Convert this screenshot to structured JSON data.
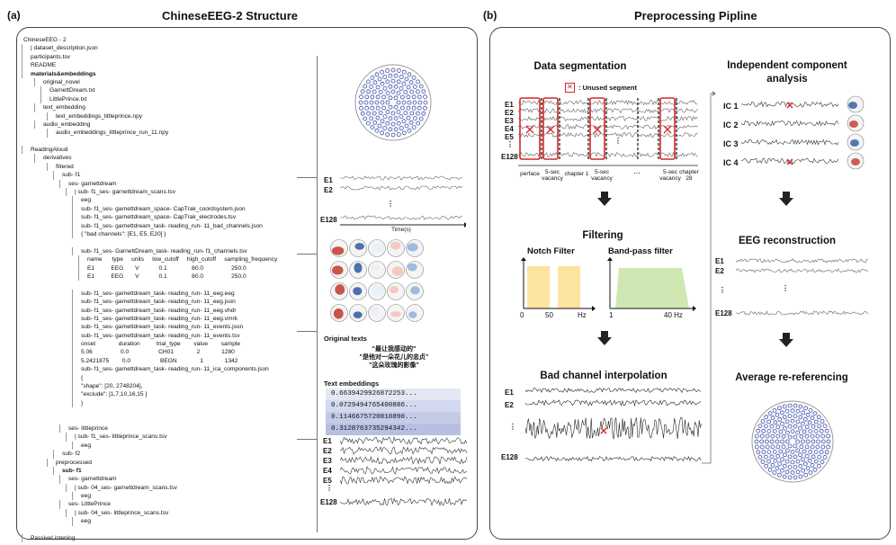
{
  "panel_a": {
    "label": "(a)",
    "title": "ChineseEEG-2 Structure",
    "tree": [
      {
        "t": "ChineseEEG - 2",
        "b": false,
        "i": 0
      },
      {
        "t": "| dataset_description.json",
        "b": false,
        "i": 1
      },
      {
        "t": "participants.tsv",
        "b": false,
        "i": 1
      },
      {
        "t": "README",
        "b": false,
        "i": 1
      },
      {
        "t": "materials&embeddings",
        "b": true,
        "i": 1
      },
      {
        "t": "original_novel",
        "b": false,
        "i": 3
      },
      {
        "t": "GarnettDream.txt",
        "b": false,
        "i": 4
      },
      {
        "t": "LittlePrince.txt",
        "b": false,
        "i": 4
      },
      {
        "t": "text_embedding",
        "b": false,
        "i": 3
      },
      {
        "t": "text_embeddings_littleprince.npy",
        "b": false,
        "i": 5
      },
      {
        "t": "audio_embedding",
        "b": false,
        "i": 3
      },
      {
        "t": "audio_embeddings_littleprince_run_11.npy",
        "b": false,
        "i": 5
      },
      {
        "t": "",
        "b": false,
        "i": 0
      },
      {
        "t": "ReadingAloud",
        "b": false,
        "i": 1
      },
      {
        "t": "derivatives",
        "b": false,
        "i": 3
      },
      {
        "t": "filtered",
        "b": false,
        "i": 5
      },
      {
        "t": "sub- f1",
        "b": false,
        "i": 6
      },
      {
        "t": "ses- garnettdream",
        "b": false,
        "i": 7
      },
      {
        "t": "| sub- f1_ses- garnettdream_scans.tsv",
        "b": false,
        "i": 8
      },
      {
        "t": "eeg",
        "b": false,
        "i": 9
      },
      {
        "t": "sub- f1_ses- garnettdream_space- CapTrak_coordsystem.json",
        "b": false,
        "i": 9
      },
      {
        "t": "sub- f1_ses- garnettdream_space- CapTrak_electrodes.tsv",
        "b": false,
        "i": 9
      },
      {
        "t": "sub- f1_ses- garnettdream_task- reading_run- 11_bad_channels.json",
        "b": false,
        "i": 9
      },
      {
        "t": "{ \"bad channels\": [E1, E5, E20] }",
        "b": false,
        "i": 9
      },
      {
        "t": "",
        "b": false,
        "i": 0
      },
      {
        "t": "sub- f1_ses- GarnettDream_task- reading_run- f1_channels.tsv",
        "b": false,
        "i": 9
      },
      {
        "t": "name      type     units     low_cutoff     high_cutoff     sampling_frequency",
        "b": false,
        "i": 10
      },
      {
        "t": "E1          EEG       V            0.1               80.0                 250.0",
        "b": false,
        "i": 10
      },
      {
        "t": "E1          EEG       V            0.1               80.0                 250.0",
        "b": false,
        "i": 10
      },
      {
        "t": "",
        "b": false,
        "i": 0
      },
      {
        "t": "sub- f1_ses- garnettdream_task- reading_run- 11_eeg.eeg",
        "b": false,
        "i": 9
      },
      {
        "t": "sub- f1_ses- garnettdream_task- reading_run- 11_eeg.json",
        "b": false,
        "i": 9
      },
      {
        "t": "sub- f1_ses- garnettdream_task- reading_run- 11_eeg.vhdr",
        "b": false,
        "i": 9
      },
      {
        "t": "sub- f1_ses- garnettdream_task- reading_run- 11_eeg.vmrk",
        "b": false,
        "i": 9
      },
      {
        "t": "sub- f1_ses- garnettdream_task- reading_run- 11_events.json",
        "b": false,
        "i": 9
      },
      {
        "t": "sub- f1_ses- garnettdream_task- reading_run- 11_events.tsv",
        "b": false,
        "i": 9
      },
      {
        "t": "onset              duration          trial_type        value        sample",
        "b": false,
        "i": 9
      },
      {
        "t": "5.06                 0.0                  CH01              2             1280",
        "b": false,
        "i": 9
      },
      {
        "t": "5.2421875        0.0                  BEGN              1             1342",
        "b": false,
        "i": 9
      },
      {
        "t": "sub- f1_ses- garnettdream_task- reading_run- 11_ica_components.json",
        "b": false,
        "i": 9
      },
      {
        "t": "{",
        "b": false,
        "i": 9
      },
      {
        "t": "\"shape\": [20, 2748204],",
        "b": false,
        "i": 9
      },
      {
        "t": "\"exclude\": [1,7,10,16,15 ]",
        "b": false,
        "i": 9
      },
      {
        "t": "}",
        "b": false,
        "i": 9
      },
      {
        "t": "",
        "b": false,
        "i": 0
      },
      {
        "t": "",
        "b": false,
        "i": 0
      },
      {
        "t": "ses- littleprince",
        "b": false,
        "i": 7
      },
      {
        "t": "| sub- f1_ses- littleprince_scans.tsv",
        "b": false,
        "i": 8
      },
      {
        "t": "eeg",
        "b": false,
        "i": 9
      },
      {
        "t": "sub- f2",
        "b": false,
        "i": 6
      },
      {
        "t": "preprocessed",
        "b": false,
        "i": 5
      },
      {
        "t": "sub- f1",
        "b": true,
        "i": 6
      },
      {
        "t": "ses- garnettdream",
        "b": false,
        "i": 7
      },
      {
        "t": "| sub- 04_ses- garnettdream_scans.tsv",
        "b": false,
        "i": 8
      },
      {
        "t": "eeg",
        "b": false,
        "i": 9
      },
      {
        "t": "ses- LittlePrince",
        "b": false,
        "i": 7
      },
      {
        "t": "| sub- 04_ses- littleprince_scans.tsv",
        "b": false,
        "i": 8
      },
      {
        "t": "eeg",
        "b": false,
        "i": 9
      },
      {
        "t": "",
        "b": false,
        "i": 0
      },
      {
        "t": "PassiveListening",
        "b": false,
        "i": 1
      }
    ],
    "channels_top": [
      "E1",
      "E2",
      "E128"
    ],
    "dots": "⋮",
    "time_label": "Time(s)",
    "original_texts_label": "Original texts",
    "original_texts": [
      "\"最让我感动的\"",
      "\"是他对一朵花儿的忠贞\"",
      "\"这朵玫瑰的影像\""
    ],
    "text_embeddings_label": "Text embeddings",
    "embeddings": [
      "0.6639429926872253...",
      "0.0729494765400886...",
      "0.1146675720810890...",
      "0.3128763735294342..."
    ],
    "channels_bottom": [
      "E1",
      "E2",
      "E3",
      "E4",
      "E5",
      "E128"
    ]
  },
  "panel_b": {
    "label": "(b)",
    "title": "Preprocessing Pipline",
    "seg_title": "Data segmentation",
    "unused_label": ": Unused segment",
    "seg_channels": [
      "E1",
      "E2",
      "E3",
      "E4",
      "E5",
      "E128"
    ],
    "seg_ticks": [
      {
        "label": "perface"
      },
      {
        "label": "5-sec vacancy"
      },
      {
        "label": "chapter 1"
      },
      {
        "label": "5-sec vacancy"
      },
      {
        "label": "..."
      },
      {
        "label": "5-sec vacancy"
      },
      {
        "label": "chapter 28"
      }
    ],
    "filter_title": "Filtering",
    "notch_label": "Notch Filter",
    "bandpass_label": "Band-pass filter",
    "notch_ticks": [
      "0",
      "50",
      "Hz"
    ],
    "bandpass_ticks": [
      "1",
      "40 Hz"
    ],
    "bad_title": "Bad channel interpolation",
    "bad_channels": [
      "E1",
      "E2",
      "E128"
    ],
    "ica_title": "Independent component analysis",
    "ica_channels": [
      "IC 1",
      "IC 2",
      "IC 3",
      "IC 4"
    ],
    "recon_title": "EEG reconstruction",
    "recon_channels": [
      "E1",
      "E2",
      "E128"
    ],
    "avg_title": "Average re-referencing",
    "colors": {
      "notch": "#fde3a0",
      "bandpass": "#cfe8b3",
      "red": "#d62728",
      "electrode": "#3b4ca8"
    }
  }
}
